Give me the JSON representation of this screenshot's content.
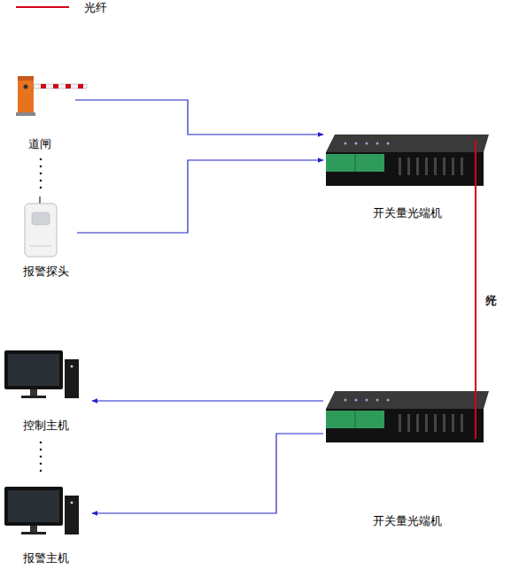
{
  "diagram": {
    "nodes": [
      {
        "text": [
          "道闸"
        ]
      },
      {
        "text": [
          "报警探头"
        ]
      },
      {
        "text": [
          "开关量光端机"
        ]
      },
      {
        "text": [
          "开关量光端机"
        ]
      },
      {
        "text": [
          "控制主机"
        ]
      },
      {
        "text": [
          "报警主机"
        ]
      }
    ],
    "edges": [
      {
        "from": 0,
        "to": 2,
        "arrow": "to"
      },
      {
        "from": 1,
        "to": 2,
        "arrow": "to"
      },
      {
        "from": 2,
        "to": 3,
        "label": "光纤",
        "arrow": "none"
      },
      {
        "from": 3,
        "to": 4,
        "arrow": "to"
      },
      {
        "from": 3,
        "to": 5,
        "arrow": "to"
      }
    ],
    "legend": [
      {
        "text": "光纤"
      }
    ]
  }
}
